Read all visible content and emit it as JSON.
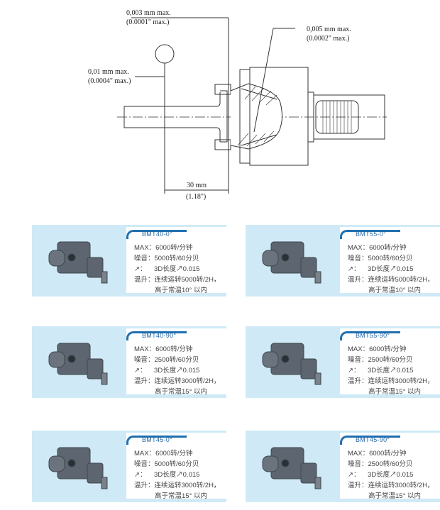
{
  "drawing": {
    "tol1": {
      "mm": "0,003 mm max.",
      "inch": "(0.0001\" max.)"
    },
    "tol2": {
      "mm": "0,005 mm max.",
      "inch": "(0.0002\" max.)"
    },
    "tol3": {
      "mm": "0,01 mm max.",
      "inch": "(0.0004\" max.)"
    },
    "dim": {
      "mm": "30 mm",
      "inch": "(1.18\")"
    }
  },
  "labels": {
    "max": "MAX：",
    "noise": "噪音：",
    "runout": "↗：",
    "temp": "温升："
  },
  "products": [
    {
      "model": "BMT40-0°",
      "speed": "6000转/分钟",
      "noise": "5000转/60分贝",
      "runout": "3D长度↗0.015",
      "temp": "连续运转5000转/2H，",
      "temp2": "高于常温10°  以内"
    },
    {
      "model": "BMT55-0°",
      "speed": "6000转/分钟",
      "noise": "5000转/60分贝",
      "runout": "3D长度↗0.015",
      "temp": "连续运转5000转/2H，",
      "temp2": "高于常温10°  以内"
    },
    {
      "model": "BMT40-90°",
      "speed": "6000转/分钟",
      "noise": "2500转/60分贝",
      "runout": "3D长度↗0.015",
      "temp": "连续运转3000转/2H，",
      "temp2": "高于常温15°  以内"
    },
    {
      "model": "BMT55-90°",
      "speed": "6000转/分钟",
      "noise": "2500转/60分贝",
      "runout": "3D长度↗0.015",
      "temp": "连续运转3000转/2H，",
      "temp2": "高于常温15°  以内"
    },
    {
      "model": "BMT45-0°",
      "speed": "6000转/分钟",
      "noise": "5000转/60分贝",
      "runout": "3D长度↗0.015",
      "temp": "连续运转3000转/2H，",
      "temp2": "高于常温15°  以内"
    },
    {
      "model": "BMT45-90°",
      "speed": "6000转/分钟",
      "noise": "2500转/60分贝",
      "runout": "3D长度↗0.015",
      "temp": "连续运转3000转/2H，",
      "temp2": "高于常温15°  以内"
    }
  ]
}
